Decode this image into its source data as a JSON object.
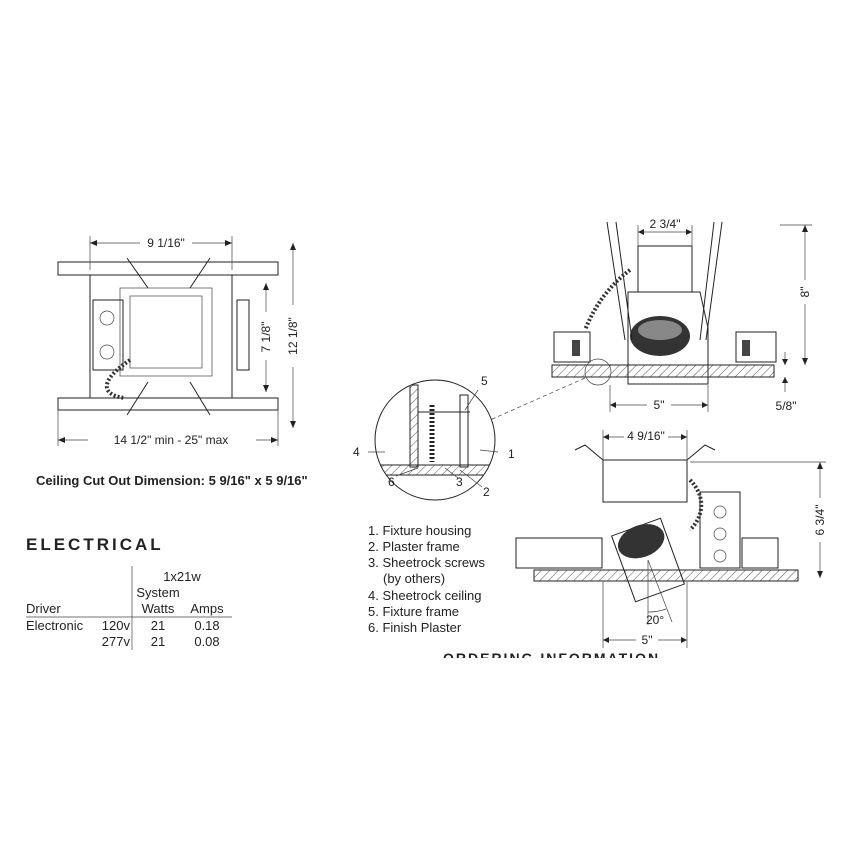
{
  "top_view": {
    "width_dim": "9 1/16\"",
    "inner_dim": "7 1/8\"",
    "height_dim": "12 1/8\"",
    "bar_dim": "14 1/2\" min - 25\" max"
  },
  "cutout": {
    "label": "Ceiling Cut Out Dimension: 5 9/16\" x 5 9/16\""
  },
  "electrical": {
    "heading": "ELECTRICAL",
    "config": "1x21w",
    "col_driver": "Driver",
    "col_system": "System",
    "col_watts": "Watts",
    "col_amps": "Amps",
    "rows": [
      {
        "driver": "Electronic",
        "voltage": "120v",
        "watts": "21",
        "amps": "0.18"
      },
      {
        "driver": "",
        "voltage": "277v",
        "watts": "21",
        "amps": "0.08"
      }
    ]
  },
  "side_view": {
    "top_dim": "2 3/4\"",
    "height_dim": "8\"",
    "bottom_dim": "5\"",
    "ceiling_dim": "5/8\""
  },
  "detail": {
    "callouts": [
      "1",
      "2",
      "3",
      "4",
      "5",
      "6"
    ]
  },
  "legend": {
    "items": [
      "1. Fixture housing",
      "2. Plaster frame",
      "3. Sheetrock screws",
      "(by others)",
      "4. Sheetrock ceiling",
      "5. Fixture frame",
      "6. Finish Plaster"
    ]
  },
  "adjust_view": {
    "top_dim": "4 9/16\"",
    "height_dim": "6 3/4\"",
    "angle": "20°",
    "bottom_dim": "5\""
  },
  "footer_fragment": {
    "text": "ORDERING INFORMATION"
  }
}
